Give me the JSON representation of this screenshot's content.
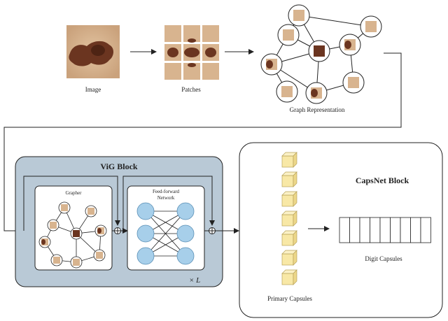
{
  "top": {
    "image_label": "Image",
    "patches_label": "Patches",
    "graph_label": "Graph Representation"
  },
  "vig": {
    "title": "ViG Block",
    "grapher_label": "Grapher",
    "ffn_label_line1": "Feed-forward",
    "ffn_label_line2": "Network",
    "repeat_label": "× L"
  },
  "capsnet": {
    "title": "CapsNet Block",
    "primary_label": "Primary Capsules",
    "digit_label": "Digit Capsules"
  },
  "colors": {
    "vig_fill": "#b9c9d6",
    "node_fill": "#a7cfea",
    "skin": "#d8b48f",
    "lesion": "#6b3520",
    "capsule_fill": "#f8e8a6"
  }
}
